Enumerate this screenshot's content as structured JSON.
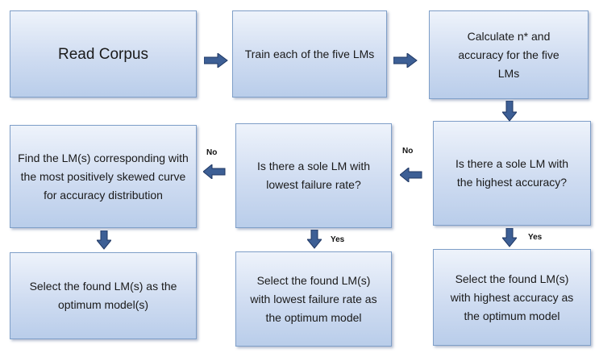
{
  "boxes": {
    "read_corpus": "Read Corpus",
    "train_lms": "Train each of the five LMs",
    "calculate": "Calculate n* and accuracy for the five LMs",
    "sole_highest_acc": "Is there a sole LM with the highest accuracy?",
    "sole_lowest_fail": "Is there a sole LM with lowest failure rate?",
    "find_skewed": "Find the LM(s) corresponding with the most positively skewed curve for accuracy distribution",
    "select_skewed": "Select the found LM(s) as the optimum model(s)",
    "select_lowest_fail": "Select the found LM(s) with lowest failure rate as the optimum model",
    "select_highest_acc": "Select the found LM(s) with highest accuracy as the optimum model"
  },
  "labels": {
    "no_1": "No",
    "no_2": "No",
    "yes_1": "Yes",
    "yes_2": "Yes"
  },
  "colors": {
    "box_border": "#7f9fc8",
    "box_fill_top": "#eef3fb",
    "box_fill_bottom": "#b9cdea",
    "arrow_fill": "#3d5f95",
    "arrow_stroke": "#1f3763"
  }
}
